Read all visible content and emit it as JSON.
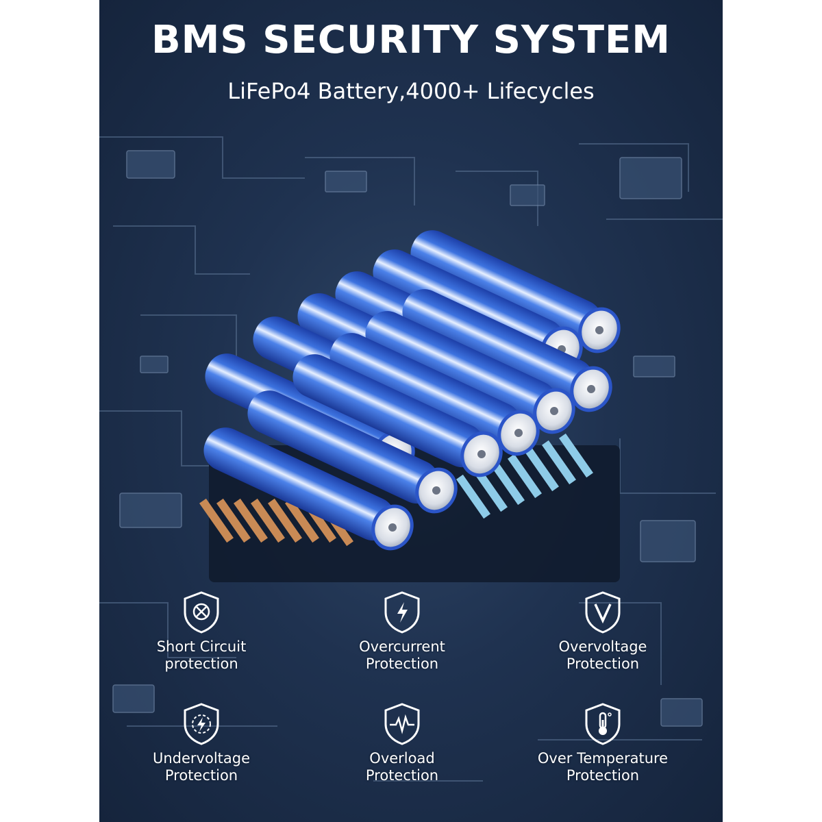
{
  "header": {
    "title": "BMS SECURITY SYSTEM",
    "subtitle": "LiFePo4 Battery,4000+ Lifecycles"
  },
  "features": [
    {
      "icon": "short-circuit-shield-icon",
      "line1": "Short Circuit",
      "line2": "protection"
    },
    {
      "icon": "overcurrent-shield-icon",
      "line1": "Overcurrent",
      "line2": "Protection"
    },
    {
      "icon": "overvoltage-shield-icon",
      "line1": "Overvoltage",
      "line2": "Protection"
    },
    {
      "icon": "undervoltage-shield-icon",
      "line1": "Undervoltage",
      "line2": "Protection"
    },
    {
      "icon": "overload-shield-icon",
      "line1": "Overload",
      "line2": "Protection"
    },
    {
      "icon": "over-temperature-shield-icon",
      "line1": "Over Temperature",
      "line2": "Protection"
    }
  ],
  "colors": {
    "background": "#1f3250",
    "battery_blue": "#2f5fd0",
    "text": "#ffffff"
  }
}
